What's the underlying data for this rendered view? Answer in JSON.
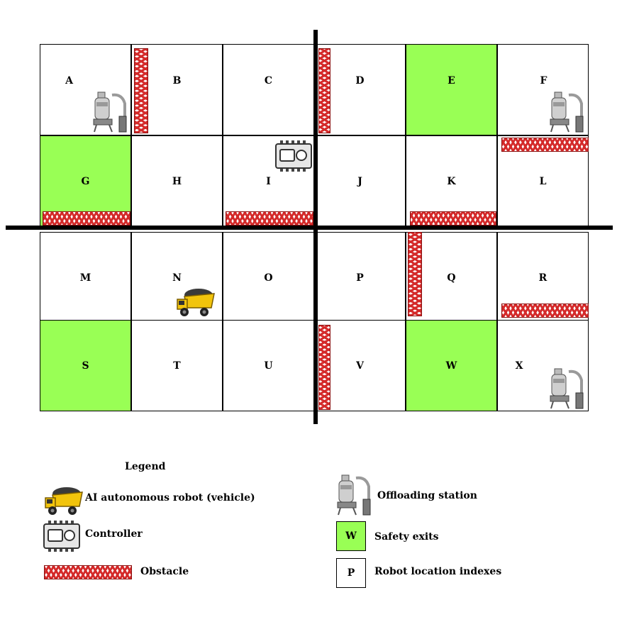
{
  "grid": {
    "rows": [
      [
        "A",
        "B",
        "C",
        "D",
        "E",
        "F"
      ],
      [
        "G",
        "H",
        "I",
        "J",
        "K",
        "L"
      ],
      [
        "M",
        "N",
        "O",
        "P",
        "Q",
        "R"
      ],
      [
        "S",
        "T",
        "U",
        "V",
        "W",
        "X"
      ]
    ],
    "safety_exit_cells": [
      "E",
      "G",
      "S",
      "W"
    ],
    "offloading_station_cells": [
      "A",
      "F",
      "X"
    ],
    "controller_cell": "I",
    "robot_cell": "N"
  },
  "colors": {
    "exit": "#99ff55",
    "obstacle": "#d42a2a",
    "line": "#000000"
  },
  "legend": {
    "title": "Legend",
    "robot": "AI autonomous robot (vehicle)",
    "controller": "Controller",
    "obstacle": "Obstacle",
    "offloading": "Offloading station",
    "exits": "Safety exits",
    "exits_sample": "W",
    "index": "Robot location indexes",
    "index_sample": "P"
  }
}
